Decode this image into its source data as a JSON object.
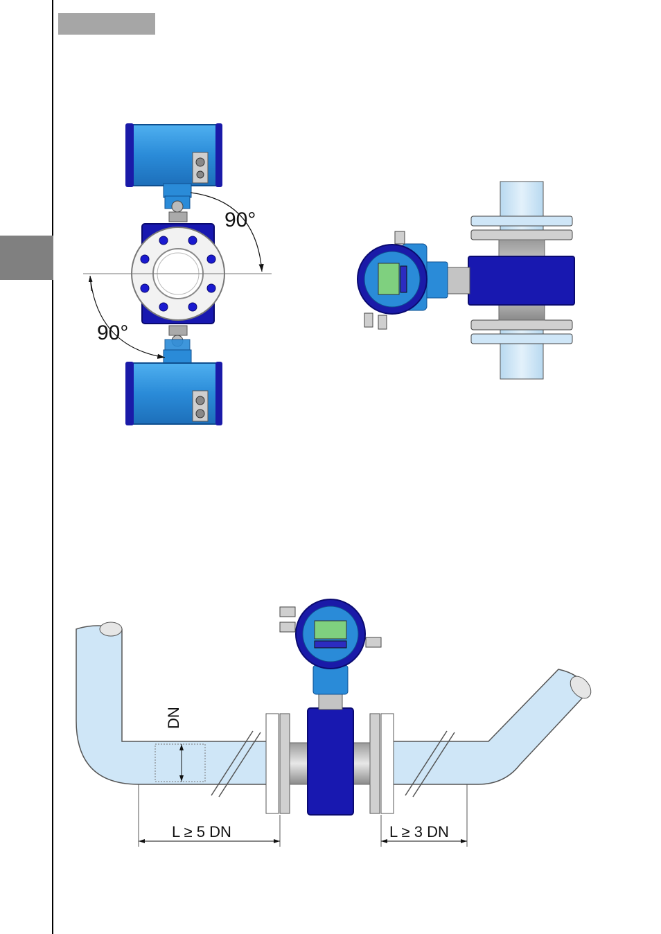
{
  "figure1": {
    "angle_top": "90°",
    "angle_bottom": "90°"
  },
  "figure2": {
    "dn_label": "DN",
    "upstream_label": "L ≥ 5 DN",
    "downstream_label": "L ≥ 3 DN"
  },
  "colors": {
    "housing_blue": "#2a8bd8",
    "body_dark_blue": "#1515b0",
    "pipe_light_blue": "#cfe6f7",
    "flange_gray": "#d0d0d0",
    "display_green": "#7fd07f",
    "tab_gray": "#808080",
    "header_gray": "#a6a6a6"
  },
  "icons": [
    "meter-display-icon",
    "cable-gland-icon",
    "flange-bolt-icon"
  ]
}
